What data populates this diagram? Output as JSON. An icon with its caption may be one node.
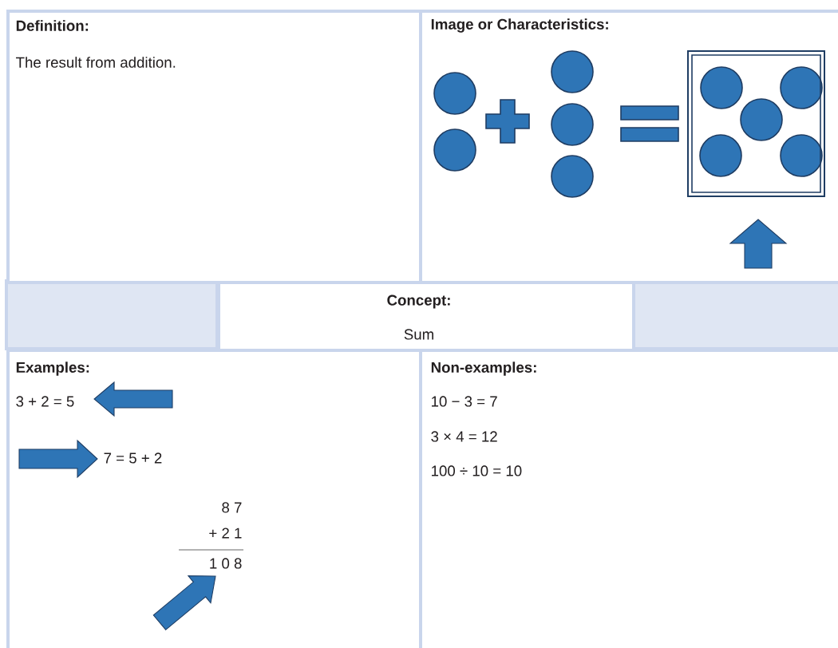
{
  "diagram": {
    "nodes": [
      {
        "text": [
          "Definition:",
          "The result from addition."
        ]
      },
      {
        "text": [
          "Image or Characteristics:"
        ]
      },
      {
        "text": [
          "Concept:",
          "Sum"
        ]
      },
      {
        "text": [
          "Examples:",
          "3 + 2 = 5",
          "7 = 5 + 2",
          "8 7",
          "+ 2 1",
          "1 0 8"
        ]
      },
      {
        "text": [
          "Non-examples:",
          "10 − 3 = 7",
          "3 × 4 = 12",
          "100 ÷ 10 = 10"
        ]
      }
    ]
  }
}
